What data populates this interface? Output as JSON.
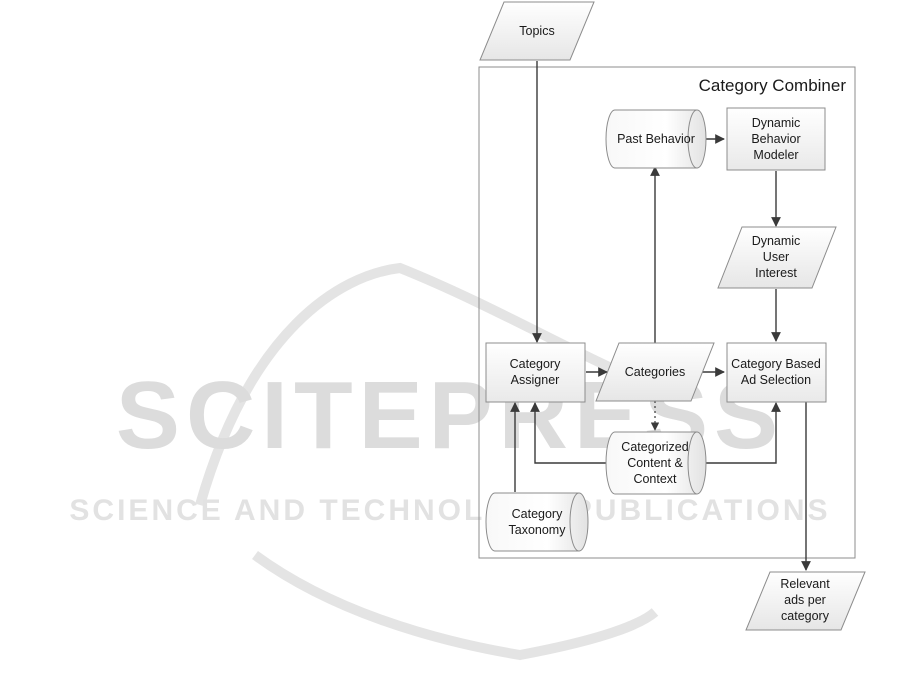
{
  "container": {
    "title": "Category Combiner"
  },
  "nodes": {
    "topics": {
      "lines": [
        "Topics"
      ]
    },
    "past_behavior": {
      "lines": [
        "Past Behavior"
      ]
    },
    "behavior_modeler": {
      "lines": [
        "Dynamic",
        "Behavior",
        "Modeler"
      ]
    },
    "user_interest": {
      "lines": [
        "Dynamic",
        "User",
        "Interest"
      ]
    },
    "category_assigner": {
      "lines": [
        "Category",
        "Assigner"
      ]
    },
    "categories": {
      "lines": [
        "Categories"
      ]
    },
    "ad_selection": {
      "lines": [
        "Category Based",
        "Ad Selection"
      ]
    },
    "categorized_content": {
      "lines": [
        "Categorized",
        "Content &",
        "Context"
      ]
    },
    "category_taxonomy": {
      "lines": [
        "Category",
        "Taxonomy"
      ]
    },
    "relevant_ads": {
      "lines": [
        "Relevant",
        "ads per",
        "category"
      ]
    }
  },
  "watermark": {
    "big": "SCITEPRESS",
    "small": "SCIENCE AND TECHNOLOGY PUBLICATIONS"
  },
  "colors": {
    "node_fill_light": "#ffffff",
    "node_fill_dark": "#e9e9e9",
    "border": "#8c8c8c",
    "edge": "#3a3a3a",
    "watermark": "#dcdcdc"
  }
}
